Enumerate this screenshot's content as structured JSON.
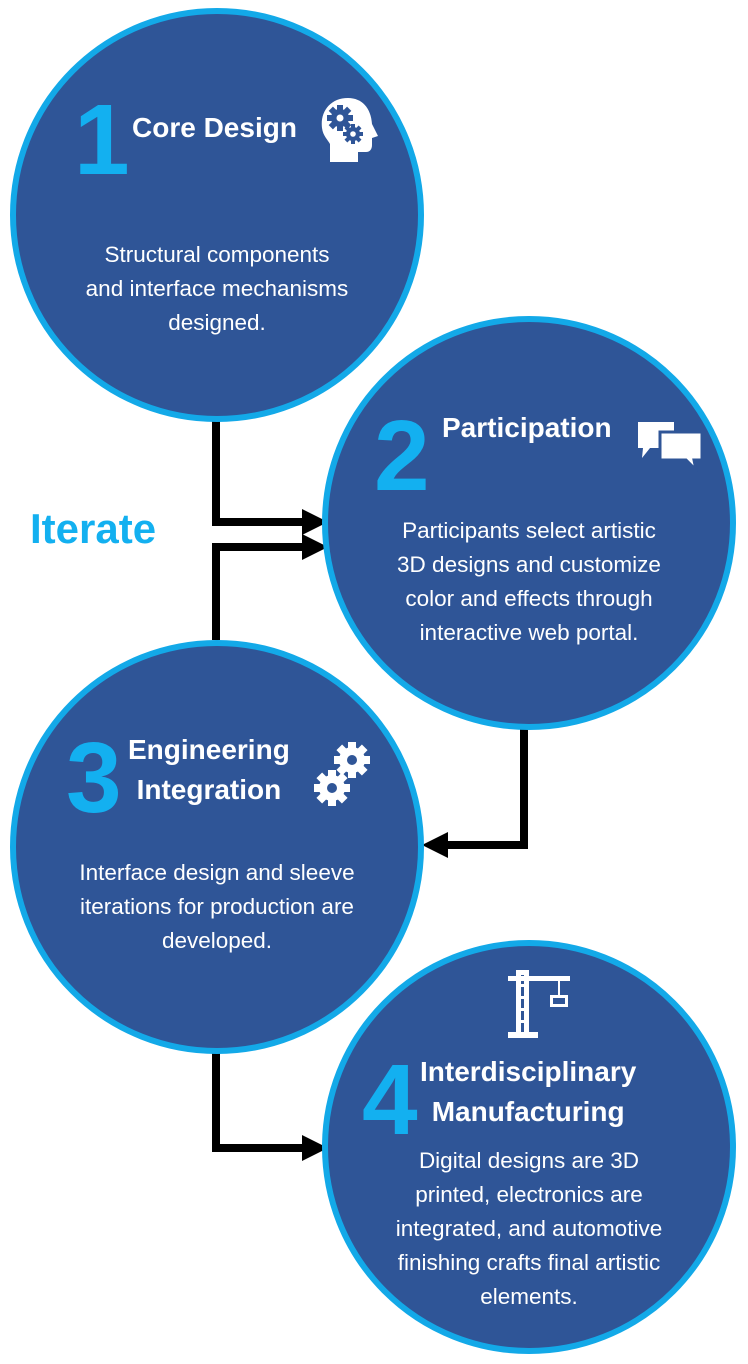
{
  "iterate_label": "Iterate",
  "colors": {
    "circle_fill": "#2f5597",
    "circle_border": "#13a9e8",
    "accent_text": "#13b0f0",
    "arrow": "#000000"
  },
  "steps": [
    {
      "number": "1",
      "title": "Core Design",
      "icon": "head-gears-icon",
      "description_lines": [
        "Structural components",
        "and interface mechanisms",
        "designed."
      ]
    },
    {
      "number": "2",
      "title": "Participation",
      "icon": "speech-bubbles-icon",
      "description_lines": [
        "Participants select artistic",
        "3D designs and customize",
        "color and effects through",
        "interactive web portal."
      ]
    },
    {
      "number": "3",
      "title_lines": [
        "Engineering",
        "Integration"
      ],
      "icon": "gears-icon",
      "description_lines": [
        "Interface design and sleeve",
        "iterations for production are",
        "developed."
      ]
    },
    {
      "number": "4",
      "title_lines": [
        "Interdisciplinary",
        "Manufacturing"
      ],
      "icon": "crane-icon",
      "description_lines": [
        "Digital designs are 3D",
        "printed, electronics are",
        "integrated, and automotive",
        "finishing crafts final artistic",
        "elements."
      ]
    }
  ]
}
